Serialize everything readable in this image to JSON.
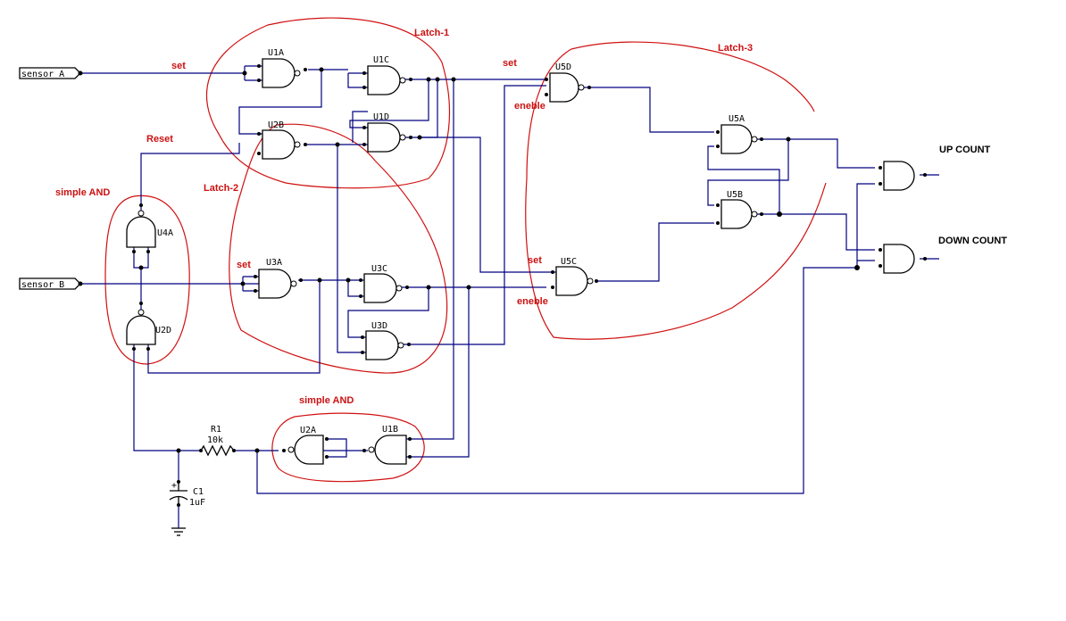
{
  "inputs": {
    "sensor_a": "sensor A",
    "sensor_b": "sensor B"
  },
  "gates": {
    "u1a": "U1A",
    "u1c": "U1C",
    "u1d": "U1D",
    "u2b": "U2B",
    "u3a": "U3A",
    "u3c": "U3C",
    "u3d": "U3D",
    "u4a": "U4A",
    "u2d": "U2D",
    "u2a": "U2A",
    "u1b": "U1B",
    "u5d": "U5D",
    "u5a": "U5A",
    "u5b": "U5B",
    "u5c": "U5C"
  },
  "components": {
    "r1_name": "R1",
    "r1_value": "10k",
    "c1_name": "C1",
    "c1_value": "1uF"
  },
  "annotations": {
    "latch1": "Latch-1",
    "latch2": "Latch-2",
    "latch3": "Latch-3",
    "set1": "set",
    "set2": "set",
    "set3": "set",
    "set4": "set",
    "reset": "Reset",
    "simple_and_1": "simple AND",
    "simple_and_2": "simple AND",
    "enable1": "eneble",
    "enable2": "eneble"
  },
  "outputs": {
    "up": "UP COUNT",
    "down": "DOWN COUNT"
  },
  "colors": {
    "wire": "#000080",
    "annotation": "#cc1111",
    "gate": "#000000"
  }
}
